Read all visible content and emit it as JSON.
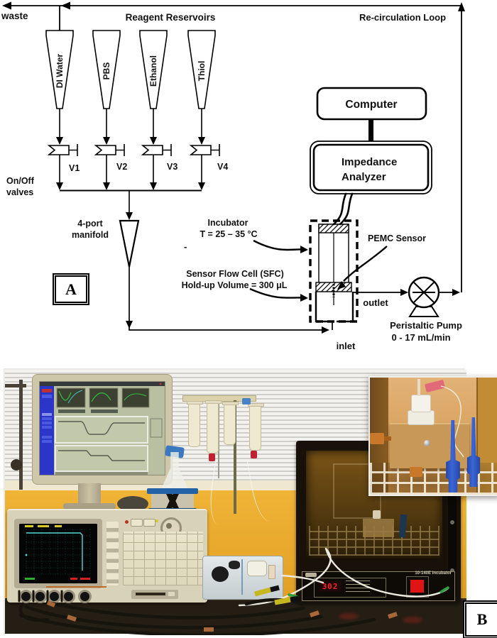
{
  "panels": {
    "a_label": "A",
    "b_label": "B"
  },
  "diagram": {
    "waste": "waste",
    "title": "Reagent Reservoirs",
    "recirculation": "Re-circulation Loop",
    "reservoirs": [
      {
        "name": "DI Water",
        "valve": "V1"
      },
      {
        "name": "PBS",
        "valve": "V2"
      },
      {
        "name": "Ethanol",
        "valve": "V3"
      },
      {
        "name": "Thiol",
        "valve": "V4"
      }
    ],
    "onoff1": "On/Off",
    "onoff2": "valves",
    "manifold1": "4-port",
    "manifold2": "manifold",
    "incubator1": "Incubator",
    "incubator2": "T = 25 – 35 °C",
    "minus": "-",
    "sfc1": "Sensor Flow Cell (SFC)",
    "sfc2": "Hold-up Volume = 300 μL",
    "pemc": "PEMC Sensor",
    "outlet": "outlet",
    "inlet": "inlet",
    "pump1": "Peristaltic Pump",
    "pump2": "0 - 17 mL/min",
    "computer": "Computer",
    "impedance1": "Impedance",
    "impedance2": "Analyzer"
  },
  "photo": {
    "incubator_display": "302",
    "incubator_model_label": "10-140E Incubator"
  },
  "colors": {
    "wall-yellow": "#e8a72b",
    "bench-dark": "#231d13",
    "instrument-beige": "#d8d2b8",
    "screen-sage": "#b9c0a2",
    "sidebar-blue": "#2b35c8",
    "crt-trace": "#55d8d8",
    "incubator-dark": "#17110a",
    "inset-tan": "#d49a52",
    "clip-blue": "#2a52c0",
    "led-red": "#ff2418",
    "jack-blue": "#2462a8"
  }
}
